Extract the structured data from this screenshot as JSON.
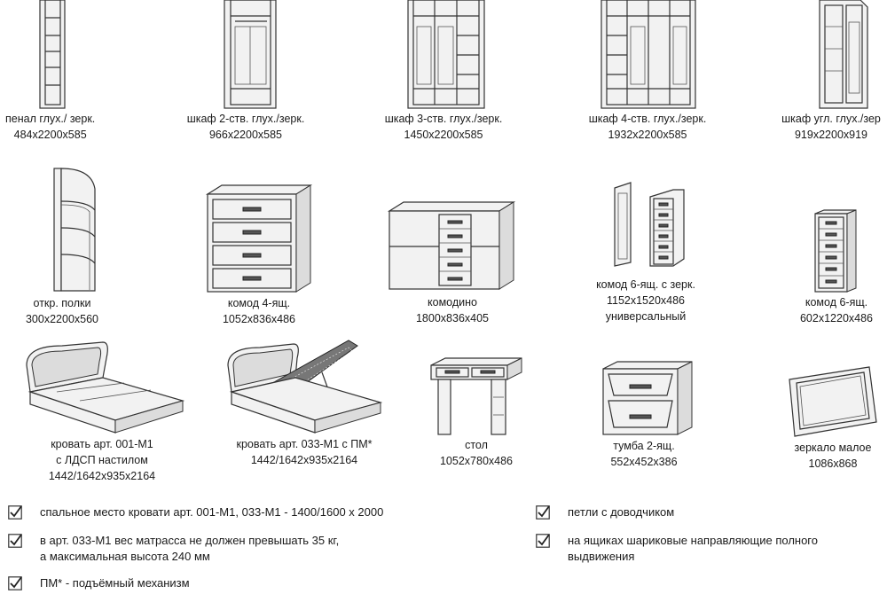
{
  "products": [
    {
      "id": "penal",
      "lines": [
        "пенал глух./ зерк.",
        "484x2200x585"
      ]
    },
    {
      "id": "shkaf2",
      "lines": [
        "шкаф 2-ств. глух./зерк.",
        "966x2200x585"
      ]
    },
    {
      "id": "shkaf3",
      "lines": [
        "шкаф 3-ств. глух./зерк.",
        "1450x2200x585"
      ]
    },
    {
      "id": "shkaf4",
      "lines": [
        "шкаф 4-ств. глух./зерк.",
        "1932x2200x585"
      ]
    },
    {
      "id": "shkafugl",
      "lines": [
        "шкаф угл. глух./зер",
        "919x2200x919"
      ]
    },
    {
      "id": "polki",
      "lines": [
        "откр. полки",
        "300x2200x560"
      ]
    },
    {
      "id": "komod4",
      "lines": [
        "комод 4-ящ.",
        "1052x836x486"
      ]
    },
    {
      "id": "komodino",
      "lines": [
        "комодино",
        "1800x836x405"
      ]
    },
    {
      "id": "komod6z",
      "lines": [
        "комод 6-ящ. с зерк.",
        "1152x1520x486",
        "универсальный"
      ]
    },
    {
      "id": "komod6",
      "lines": [
        "комод 6-ящ.",
        "602x1220x486"
      ]
    },
    {
      "id": "bed001",
      "lines": [
        "кровать арт. 001-М1",
        "с ЛДСП настилом",
        "1442/1642x935x2164"
      ]
    },
    {
      "id": "bed033",
      "lines": [
        "кровать арт. 033-М1 с ПМ*",
        "1442/1642x935x2164"
      ]
    },
    {
      "id": "stol",
      "lines": [
        "стол",
        "1052x780x486"
      ]
    },
    {
      "id": "tumba",
      "lines": [
        "тумба 2-ящ.",
        "552x452x386"
      ]
    },
    {
      "id": "zerkalo",
      "lines": [
        "зеркало малое",
        "1086x868"
      ]
    }
  ],
  "notes": [
    {
      "lines": [
        "спальное место кровати арт. 001-М1, 033-М1 - 1400/1600 х 2000"
      ]
    },
    {
      "lines": [
        "в арт. 033-М1 вес матрасса не должен превышать 35 кг,",
        "а максимальная высота 240 мм"
      ]
    },
    {
      "lines": [
        "ПМ* - подъёмный механизм"
      ]
    },
    {
      "lines": [
        "петли с доводчиком"
      ]
    },
    {
      "lines": [
        "на ящиках шариковые направляющие полного",
        "выдвижения"
      ]
    }
  ],
  "icons": {
    "check": "checkbox-checked-icon"
  }
}
